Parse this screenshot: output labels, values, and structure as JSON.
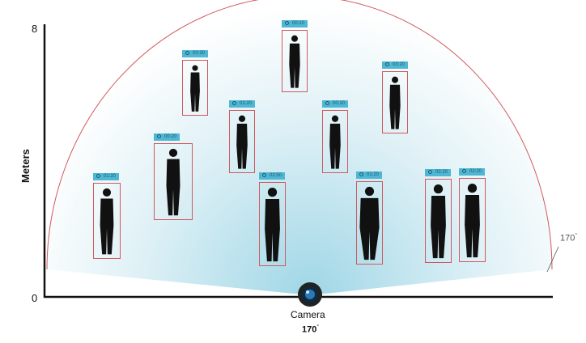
{
  "axis": {
    "y_label": "Meters",
    "y_max": "8",
    "y_min": "0"
  },
  "camera": {
    "label": "Camera",
    "fov": "170",
    "degree": "°"
  },
  "right_angle": {
    "value": "170",
    "degree": "°"
  },
  "colors": {
    "arc": "#d0585e",
    "box": "#d0585e",
    "tag": "#4fb7d3",
    "cone": "#bfe4ef"
  },
  "people": [
    {
      "time": "01:20",
      "pose": "backpack"
    },
    {
      "time": "00:20",
      "pose": "walking"
    },
    {
      "time": "00:30",
      "pose": "walking"
    },
    {
      "time": "01:20",
      "pose": "standing"
    },
    {
      "time": "02:50",
      "pose": "standing"
    },
    {
      "time": "00:10",
      "pose": "standing"
    },
    {
      "time": "00:10",
      "pose": "walking"
    },
    {
      "time": "01:20",
      "pose": "dress"
    },
    {
      "time": "03:20",
      "pose": "standing"
    },
    {
      "time": "02:20",
      "pose": "talking"
    },
    {
      "time": "02:20",
      "pose": "talking"
    }
  ]
}
